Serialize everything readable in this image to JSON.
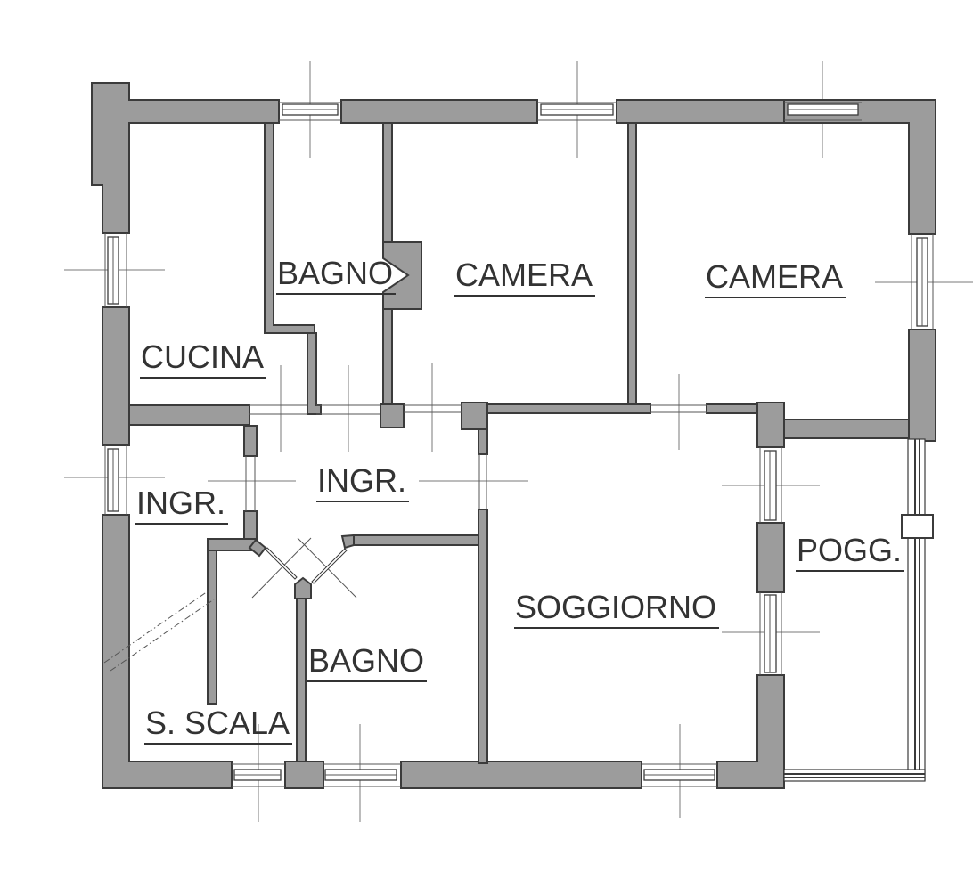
{
  "rooms": [
    {
      "id": "bagno-top",
      "label": "BAGNO"
    },
    {
      "id": "camera-left",
      "label": "CAMERA"
    },
    {
      "id": "camera-right",
      "label": "CAMERA"
    },
    {
      "id": "cucina",
      "label": "CUCINA"
    },
    {
      "id": "ingresso-center",
      "label": "INGR."
    },
    {
      "id": "ingresso-left",
      "label": "INGR."
    },
    {
      "id": "soggiorno",
      "label": "SOGGIORNO"
    },
    {
      "id": "bagno-lower",
      "label": "BAGNO"
    },
    {
      "id": "vano-scala",
      "label": "S. SCALA"
    },
    {
      "id": "poggiolo",
      "label": "POGG."
    }
  ],
  "colors": {
    "wall-fill": "#9c9c9c",
    "wall-stroke": "#3b3b3b",
    "centerline": "#7a7a7a",
    "thin-line": "#555555",
    "label-color": "#333333",
    "background": "#ffffff"
  }
}
